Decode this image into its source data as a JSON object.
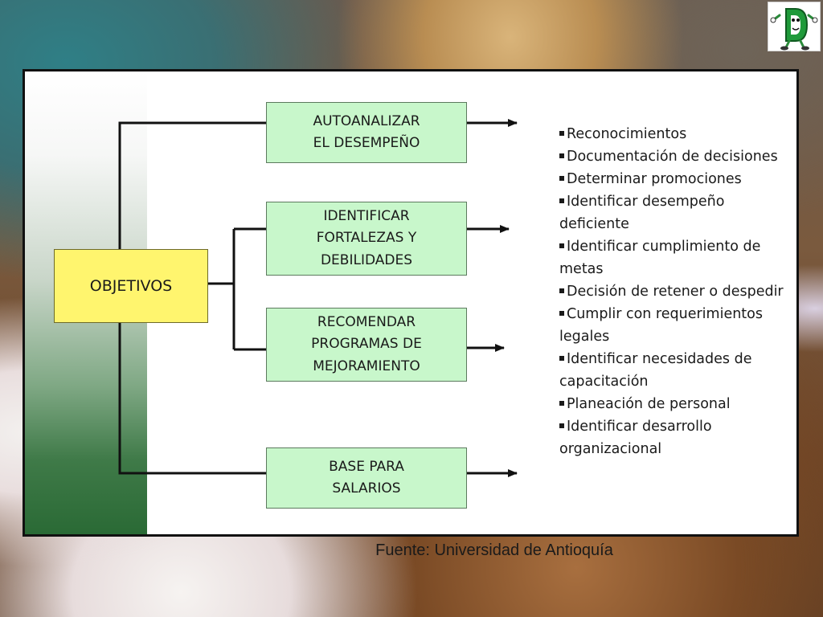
{
  "logo": {
    "letter": "D"
  },
  "diagram": {
    "root": {
      "label": "OBJETIVOS"
    },
    "branches": [
      {
        "label": "AUTOANALIZAR\nEL DESEMPEÑO"
      },
      {
        "label": "IDENTIFICAR\nFORTALEZAS Y\nDEBILIDADES"
      },
      {
        "label": "RECOMENDAR\nPROGRAMAS DE\nMEJORAMIENTO"
      },
      {
        "label": "BASE PARA\nSALARIOS"
      }
    ],
    "list": [
      "Reconocimientos",
      "Documentación de decisiones",
      "Determinar promociones",
      "Identificar desempeño deficiente",
      "Identificar cumplimiento de metas",
      "Decisión de retener o despedir",
      "Cumplir con requerimientos legales",
      "Identificar necesidades de capacitación",
      "Planeación de personal",
      "Identificar desarrollo organizacional"
    ],
    "colors": {
      "root_fill": "#fff56e",
      "branch_fill": "#c8f7cb",
      "side_gradient_bottom": "#2a6a35",
      "logo_letter": "#1f9a3a"
    }
  },
  "source": "Fuente: Universidad de Antioquía"
}
